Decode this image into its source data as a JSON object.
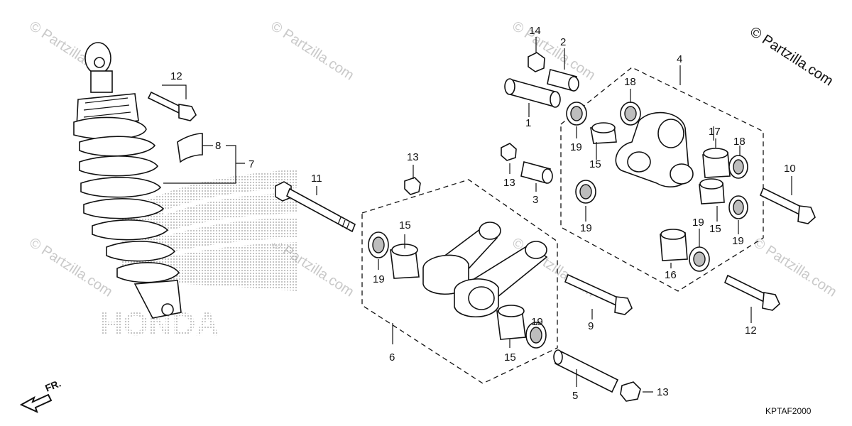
{
  "diagram": {
    "copyright": "© Partzilla.com",
    "watermark": "© Partzilla.com",
    "brand": "HONDA",
    "direction": "FR.",
    "ref_code": "KPTAF2000",
    "callouts": {
      "c1": "1",
      "c2": "2",
      "c3": "3",
      "c4": "4",
      "c5": "5",
      "c6": "6",
      "c7": "7",
      "c8": "8",
      "c9": "9",
      "c10": "10",
      "c11": "11",
      "c12a": "12",
      "c12b": "12",
      "c13a": "13",
      "c13b": "13",
      "c13c": "13",
      "c14": "14",
      "c15a": "15",
      "c15b": "15",
      "c15c": "15",
      "c15d": "15",
      "c16": "16",
      "c17": "17",
      "c18a": "18",
      "c18b": "18",
      "c19a": "19",
      "c19b": "19",
      "c19c": "19",
      "c19d": "19",
      "c19e": "19",
      "c19f": "19"
    }
  }
}
